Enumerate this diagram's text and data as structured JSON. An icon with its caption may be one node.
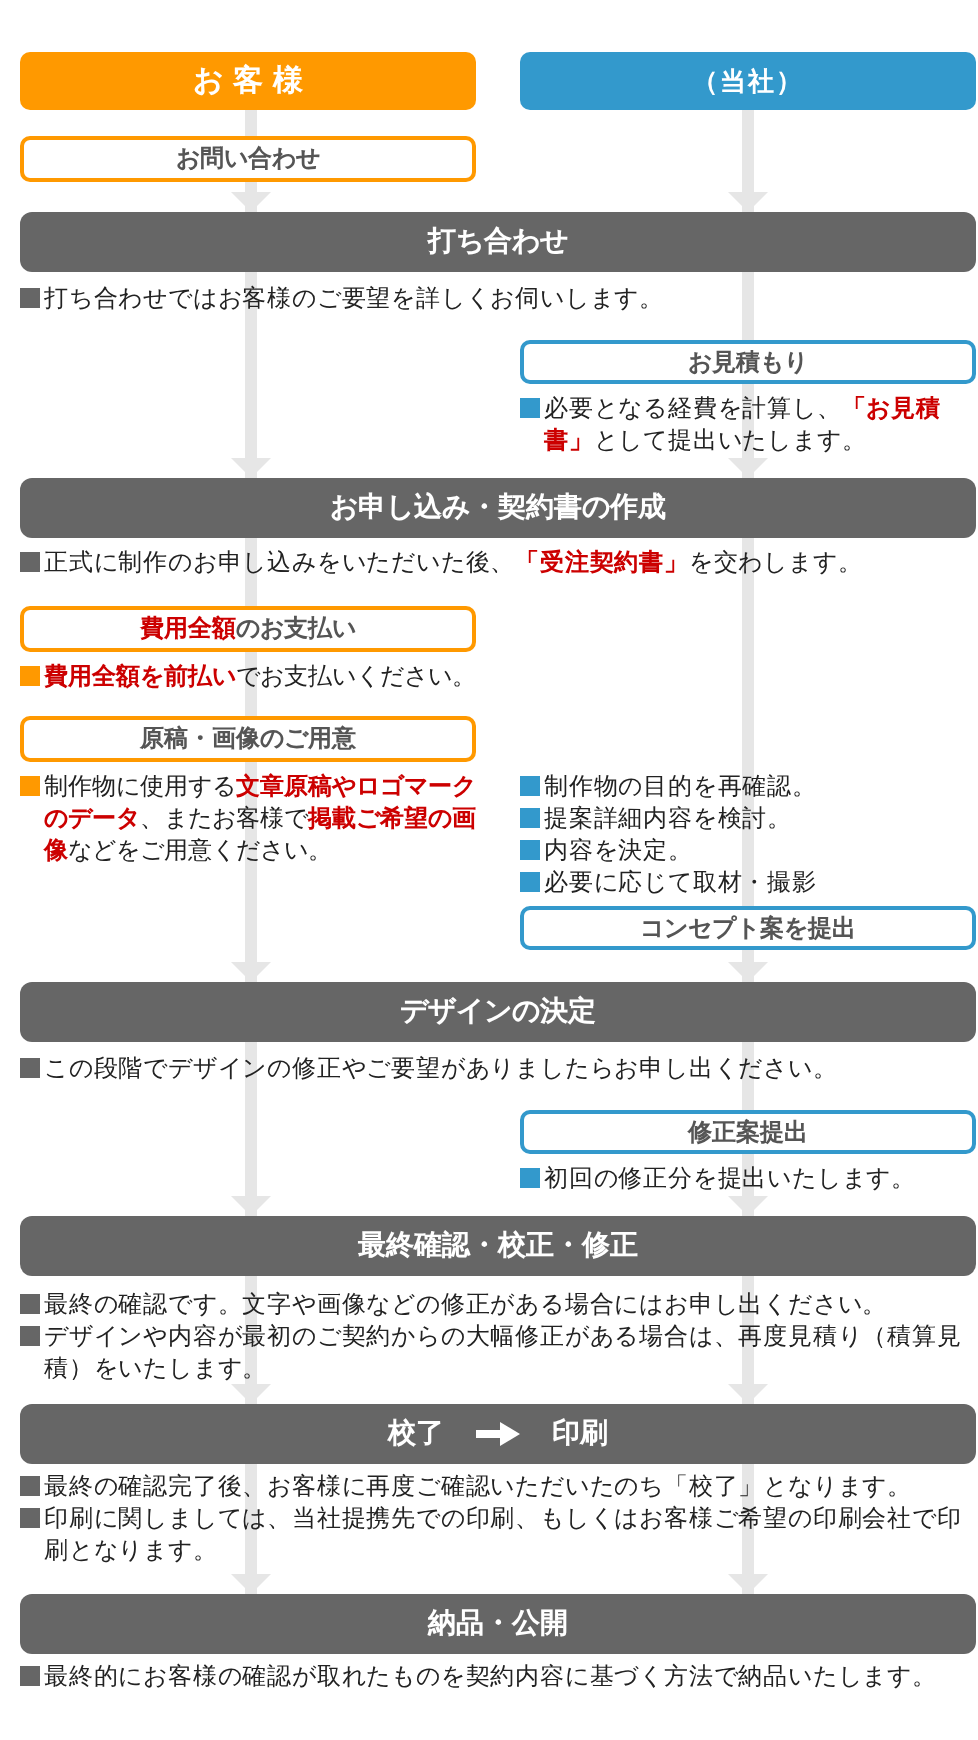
{
  "diagram": {
    "nodes": [
      {
        "text": [
          "お客様"
        ]
      },
      {
        "text": [
          "（当社）"
        ]
      },
      {
        "text": [
          "お問い合わせ"
        ]
      },
      {
        "text": [
          "打ち合わせ"
        ],
        "beside": [
          "打ち合わせではお客様のご要望を詳しくお伺いします。"
        ]
      },
      {
        "text": [
          "お見積もり"
        ],
        "beside": [
          "必要となる経費を計算し、**「お見積書」**として提出いたします。"
        ]
      },
      {
        "text": [
          "お申し込み・契約書の作成"
        ],
        "beside": [
          "正式に制作のお申し込みをいただいた後、**「受注契約書」**を交わします。"
        ]
      },
      {
        "text": [
          "**費用全額**のお支払い"
        ],
        "beside": [
          "**費用全額を前払い**でお支払いください。"
        ]
      },
      {
        "text": [
          "原稿・画像のご用意"
        ],
        "beside": [
          "制作物に使用する**文章原稿やロゴマークのデータ**、またお客様で**掲載ご希望の画像**などをご用意ください。"
        ]
      },
      {
        "text": [
          "コンセプト案を提出"
        ],
        "beside": [
          "制作物の目的を再確認。",
          "提案詳細内容を検討。",
          "内容を決定。",
          "必要に応じて取材・撮影"
        ]
      },
      {
        "text": [
          "デザインの決定"
        ],
        "beside": [
          "この段階でデザインの修正やご要望がありましたらお申し出ください。"
        ]
      },
      {
        "text": [
          "修正案提出"
        ],
        "beside": [
          "初回の修正分を提出いたします。"
        ]
      },
      {
        "text": [
          "最終確認・校正・修正"
        ],
        "beside": [
          "最終の確認です。文字や画像などの修正がある場合にはお申し出ください。",
          "デザインや内容が最初のご契約からの大幅修正がある場合は、再度見積り（積算見積）をいたします。"
        ]
      },
      {
        "text": [
          "校了",
          "印刷"
        ],
        "beside": [
          "最終の確認完了後、お客様に再度ご確認いただいたのち「校了」となります。",
          "印刷に関しましては、当社提携先での印刷、もしくはお客様ご希望の印刷会社で印刷となります。"
        ]
      },
      {
        "text": [
          "納品・公開"
        ],
        "beside": [
          "最終的にお客様の確認が取れたものを契約内容に基づく方法で納品いたします。"
        ]
      }
    ],
    "edges": [
      {
        "from": 0,
        "to": 2,
        "arrow": "none"
      },
      {
        "from": 2,
        "to": 3,
        "arrow": "to"
      },
      {
        "from": 1,
        "to": 3,
        "arrow": "to"
      },
      {
        "from": 3,
        "to": 4,
        "arrow": "none"
      },
      {
        "from": 3,
        "to": 5,
        "arrow": "to"
      },
      {
        "from": 4,
        "to": 5,
        "arrow": "to"
      },
      {
        "from": 5,
        "to": 6,
        "arrow": "none"
      },
      {
        "from": 6,
        "to": 7,
        "arrow": "none"
      },
      {
        "from": 7,
        "to": 9,
        "arrow": "to"
      },
      {
        "from": 5,
        "to": 8,
        "arrow": "none"
      },
      {
        "from": 8,
        "to": 9,
        "arrow": "to"
      },
      {
        "from": 9,
        "to": 10,
        "arrow": "none"
      },
      {
        "from": 9,
        "to": 11,
        "arrow": "to"
      },
      {
        "from": 10,
        "to": 11,
        "arrow": "to"
      },
      {
        "from": 11,
        "to": 12,
        "arrow": "to"
      },
      {
        "from": 11,
        "to": 12,
        "arrow": "to"
      },
      {
        "from": 12,
        "to": 13,
        "arrow": "to"
      },
      {
        "from": 12,
        "to": 13,
        "arrow": "to"
      }
    ]
  }
}
